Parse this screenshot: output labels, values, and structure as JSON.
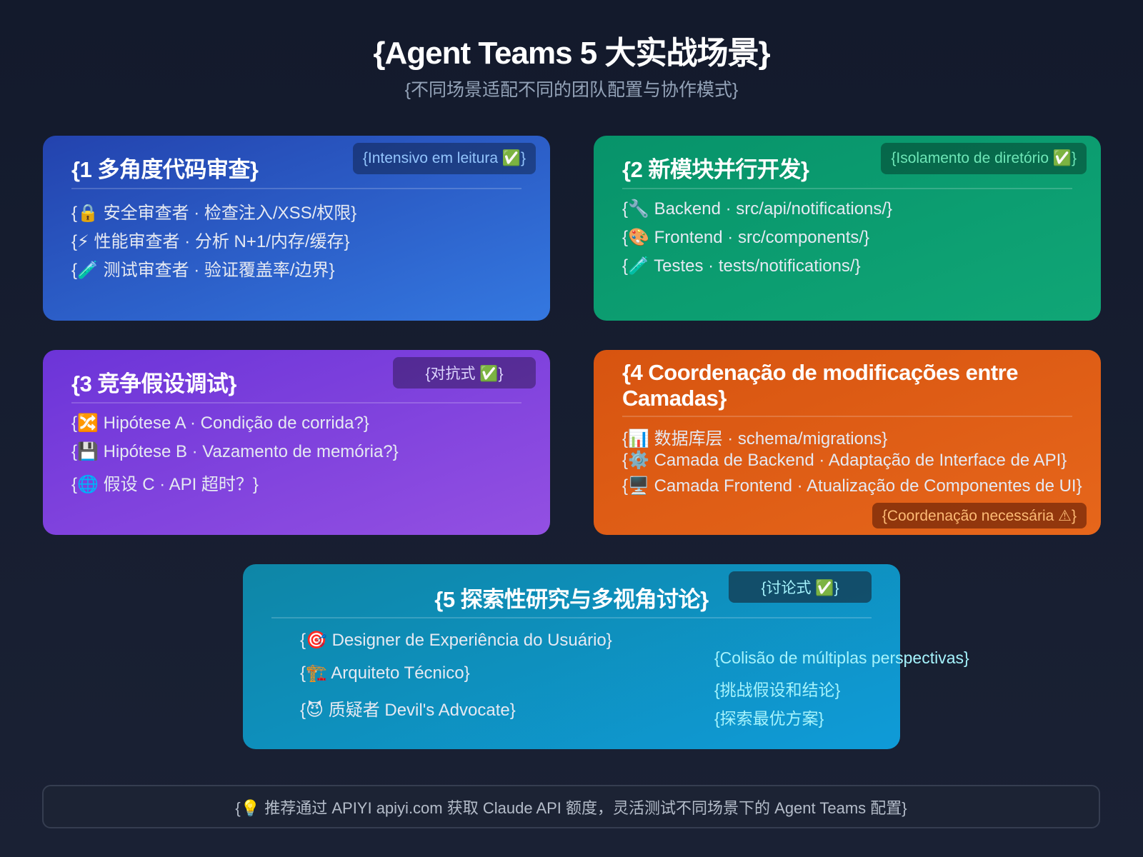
{
  "header": {
    "title": "{Agent Teams 5 大实战场景}",
    "subtitle": "{不同场景适配不同的团队配置与协作模式}"
  },
  "colors": {
    "card1": "#2a5bc8",
    "card2": "#0b9c70",
    "card3": "#7f42dd",
    "card4": "#df5d15",
    "card5": "#0e92c2",
    "background": "#151b2d"
  },
  "cards": [
    {
      "title": "{1 多角度代码审查}",
      "badge": "{Intensivo em leitura ✅}",
      "items": [
        "{🔒 安全审查者 · 检查注入/XSS/权限}",
        "{⚡ 性能审查者 · 分析 N+1/内存/缓存}",
        "{🧪 测试审查者 · 验证覆盖率/边界}"
      ]
    },
    {
      "title": "{2 新模块并行开发}",
      "badge": "{Isolamento de diretório ✅}",
      "items": [
        "{🔧 Backend · src/api/notifications/}",
        "{🎨 Frontend · src/components/}",
        "{🧪 Testes · tests/notifications/}"
      ]
    },
    {
      "title": "{3 竞争假设调试}",
      "badge": "{对抗式 ✅}",
      "items": [
        "{🔀 Hipótese A · Condição de corrida?}",
        "{💾 Hipótese B · Vazamento de memória?}",
        "{🌐 假设 C · API 超时？}"
      ]
    },
    {
      "title": "{4 Coordenação de modificações entre Camadas}",
      "badge": "{Coordenação necessária ⚠}",
      "items": [
        "{📊 数据库层 · schema/migrations}",
        "{⚙️ Camada de Backend · Adaptação de Interface de API}",
        "{🖥️ Camada Frontend · Atualização de Componentes de UI}"
      ]
    },
    {
      "title": "{5 探索性研究与多视角讨论}",
      "badge": "{讨论式 ✅}",
      "items": [
        "{🎯 Designer de Experiência do Usuário}",
        "{🏗️ Arquiteto Técnico}",
        "{😈 质疑者 Devil's Advocate}"
      ],
      "side": [
        "{Colisão de múltiplas perspectivas}",
        "{挑战假设和结论}",
        "{探索最优方案}"
      ]
    }
  ],
  "footer": "{💡 推荐通过 APIYI apiyi.com 获取 Claude API 额度，灵活测试不同场景下的 Agent Teams 配置}"
}
